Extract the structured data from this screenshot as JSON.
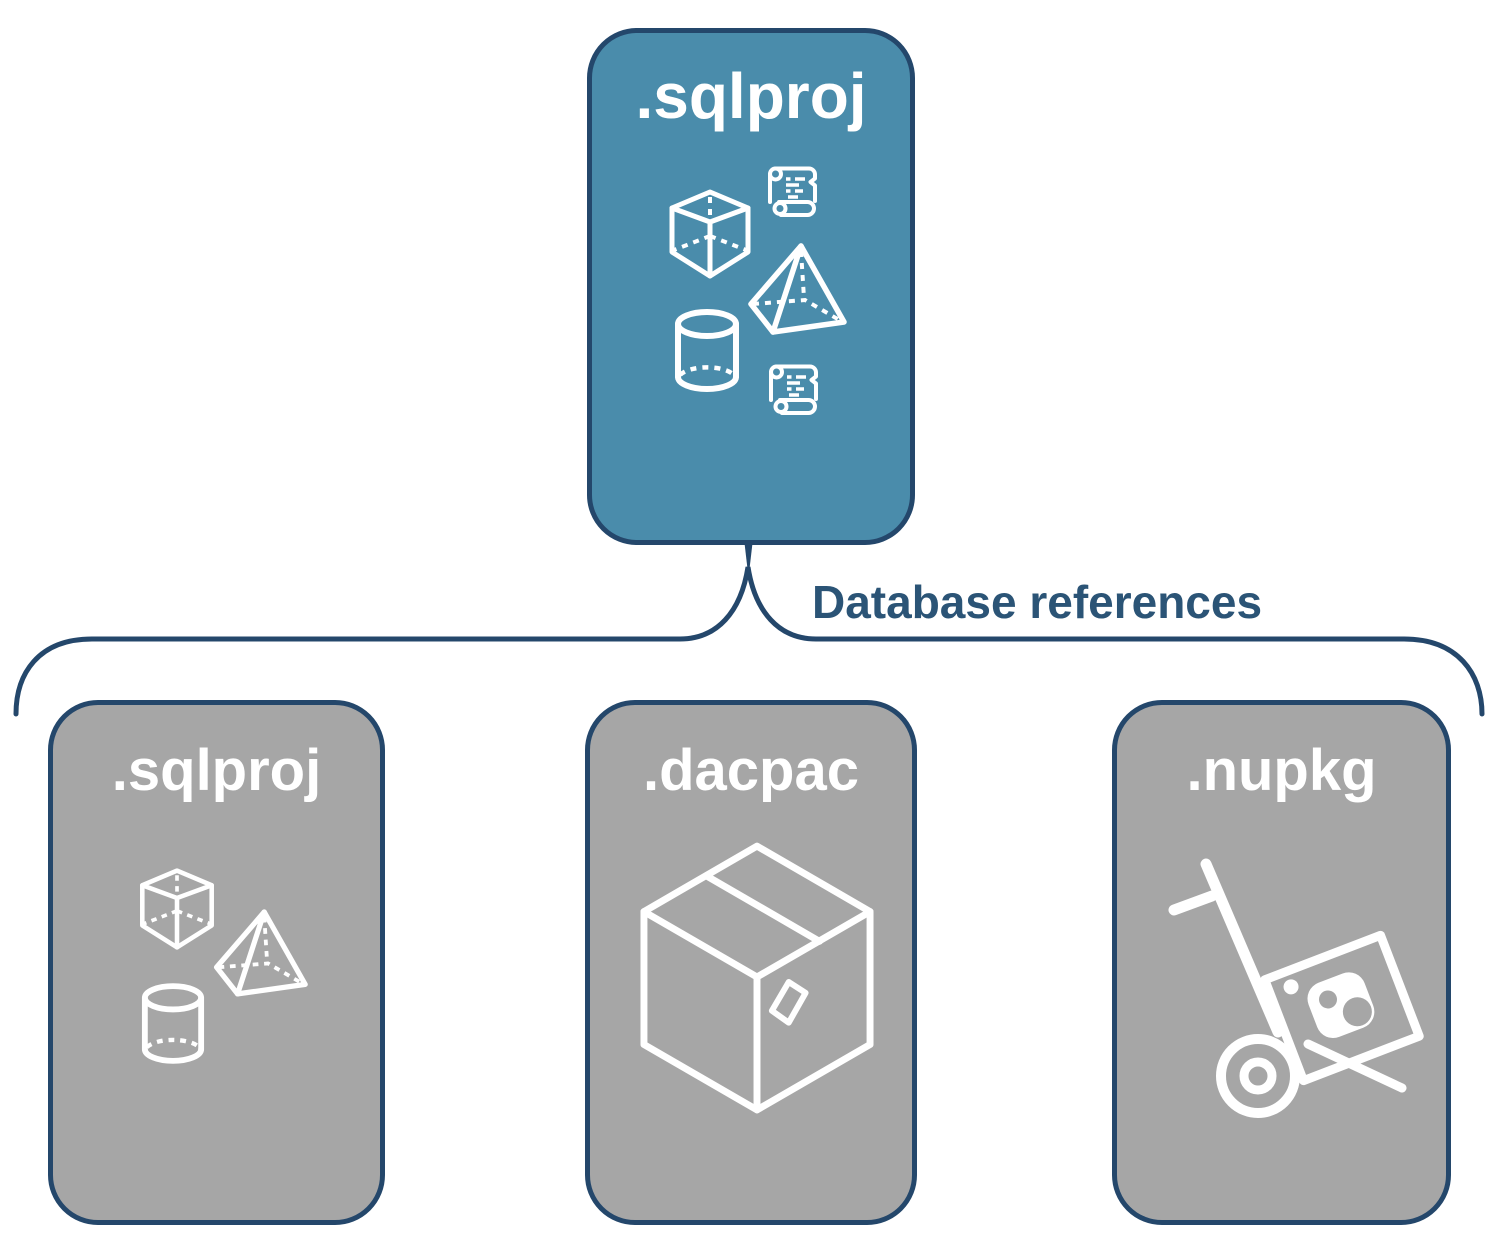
{
  "colors": {
    "root_fill": "#4A8CAB",
    "child_fill": "#A6A6A6",
    "node_border": "#24476B",
    "label_text": "#2B5476",
    "icon_stroke": "#FFFFFF"
  },
  "root": {
    "label": ".sqlproj",
    "icons": [
      "cube-icon",
      "scroll-icon",
      "pyramid-icon",
      "cylinder-icon",
      "scroll-icon"
    ]
  },
  "connector": {
    "label": "Database references"
  },
  "children": [
    {
      "label": ".sqlproj",
      "icons": [
        "cube-icon",
        "pyramid-icon",
        "cylinder-icon"
      ]
    },
    {
      "label": ".dacpac",
      "icons": [
        "package-box-icon"
      ]
    },
    {
      "label": ".nupkg",
      "icons": [
        "nuget-handtruck-icon"
      ]
    }
  ]
}
